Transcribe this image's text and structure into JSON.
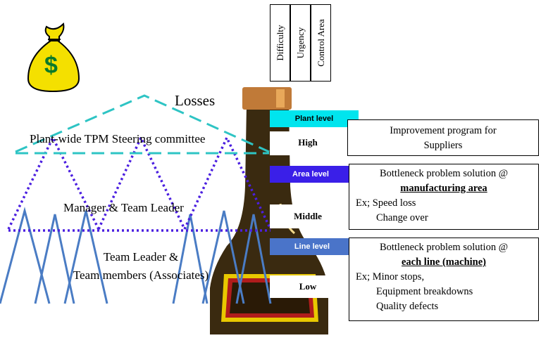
{
  "pyramid": {
    "top_label": "Losses",
    "steering": "Plant-wide TPM Steering committee",
    "manager": "Manager & Team Leader",
    "team_line1": "Team Leader &",
    "team_line2": "Team members (Associates)"
  },
  "headers": [
    "Difficulty",
    "Urgency",
    "Control Area"
  ],
  "icon": {
    "name": "money-bag-icon",
    "symbol": "$"
  },
  "levels": [
    {
      "tag": "Plant level",
      "band": "High",
      "tag_color": "#00E5EE",
      "box": {
        "heading": "Improvement program for",
        "heading2": "Suppliers"
      }
    },
    {
      "tag": "Area level",
      "band": "Middle",
      "tag_color": "#3A1FE8",
      "box": {
        "heading": "Bottleneck problem solution @",
        "bold": "manufacturing area",
        "ex": "Ex; Speed loss",
        "items": [
          "Change over"
        ]
      }
    },
    {
      "tag": "Line level",
      "band": "Low",
      "tag_color": "#4A74C9",
      "box": {
        "heading": "Bottleneck problem solution @",
        "bold": "each line (machine)",
        "ex": "Ex; Minor stops,",
        "items": [
          "Equipment breakdowns",
          "Quality defects"
        ]
      }
    }
  ],
  "colors": {
    "dashed_teal": "#2EC4C4",
    "dotted_blue": "#4B1FE0",
    "spike_blue": "#4A7CC4",
    "bottle": "#3A2A10",
    "cork": "#C07A38",
    "gold": "#E8C800"
  }
}
